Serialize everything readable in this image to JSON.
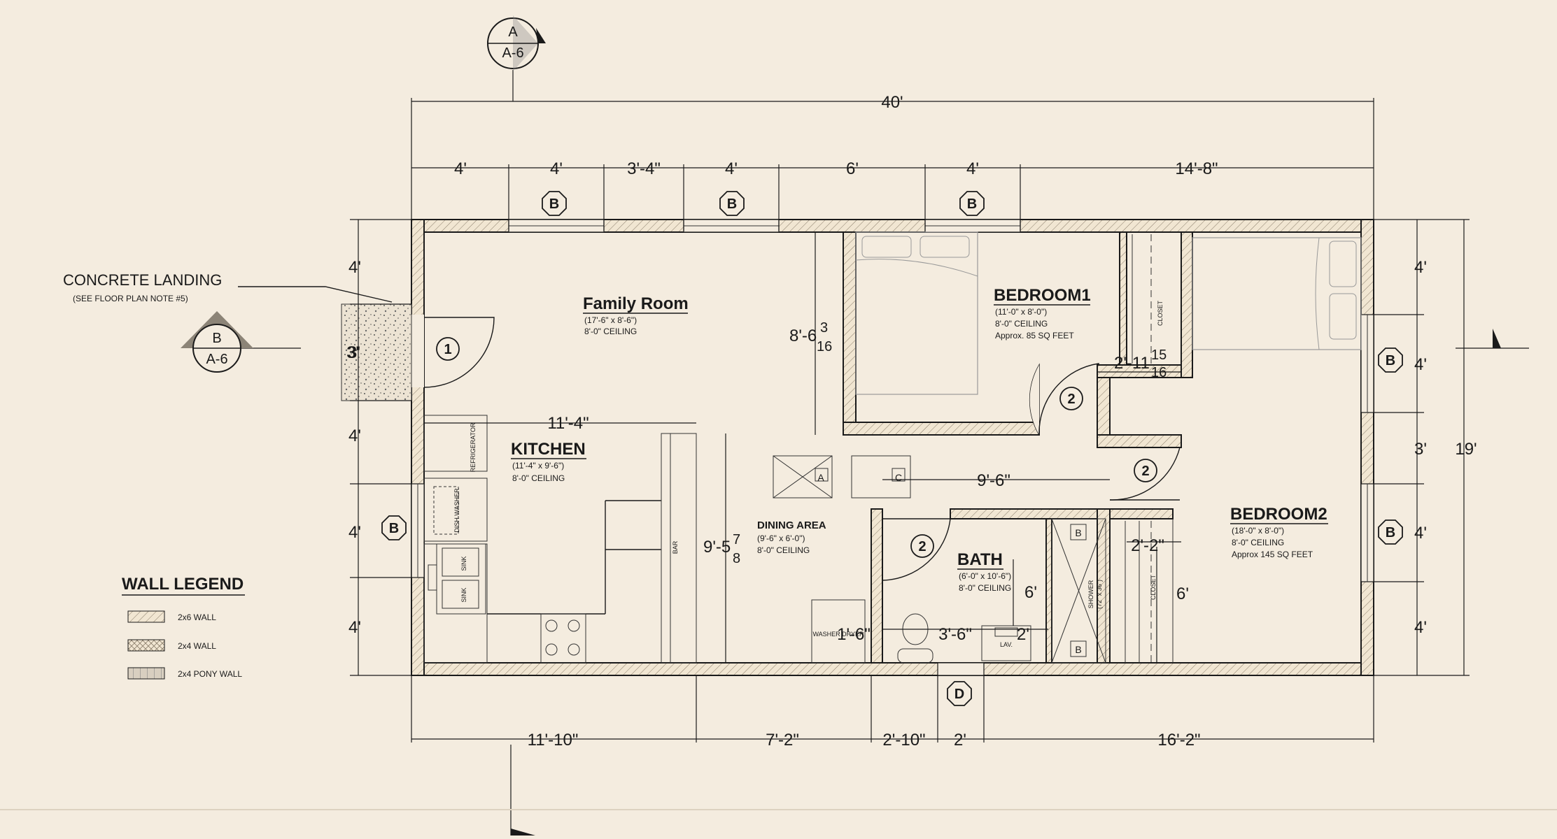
{
  "section_markers": {
    "top": {
      "letter": "A",
      "sheet": "A-6"
    },
    "left": {
      "letter": "B",
      "sheet": "A-6"
    }
  },
  "dimensions": {
    "overall_width": "40'",
    "overall_height": "19'",
    "top_segments": [
      "4'",
      "4'",
      "3'-4\"",
      "4'",
      "6'",
      "4'",
      "14'-8\""
    ],
    "bottom_segments": [
      "11'-10\"",
      "7'-2\"",
      "2'-10\"",
      "2'",
      "16'-2\""
    ],
    "left_segments": [
      "4'",
      "3'",
      "4'",
      "4'",
      "4'"
    ],
    "right_segments": [
      "4'",
      "4'",
      "3'",
      "4'",
      "4'"
    ],
    "kitchen_width": "11'-4\"",
    "kitchen_height": "9'-5",
    "kitchen_height_frac_num": "7",
    "kitchen_height_frac_den": "8",
    "family_height": "8'-6",
    "family_height_frac_num": "3",
    "family_height_frac_den": "16",
    "closet_width": "2'-11",
    "closet_frac_num": "15",
    "closet_frac_den": "16",
    "bath_width": "9'-6\"",
    "bath_vertical": "6'",
    "bath_left": "1'-6\"",
    "bath_mid": "3'-6\"",
    "bath_right": "2'",
    "bed2_closet": "2'-2\"",
    "bed2_closet_height": "6'"
  },
  "rooms": {
    "family": {
      "name": "Family Room",
      "size": "(17'-6\" x 8'-6\")",
      "ceiling": "8'-0\" CEILING"
    },
    "kitchen": {
      "name": "KITCHEN",
      "size": "(11'-4\" x 9'-6\")",
      "ceiling": "8'-0\" CEILING"
    },
    "bedroom1": {
      "name": "BEDROOM1",
      "size": "(11'-0\" x 8'-0\")",
      "ceiling": "8'-0\" CEILING",
      "area": "Approx. 85 SQ FEET"
    },
    "bedroom2": {
      "name": "BEDROOM2",
      "size": "(18'-0\" x 8'-0\")",
      "ceiling": "8'-0\" CEILING",
      "area": "Approx 145 SQ FEET"
    },
    "dining": {
      "name": "DINING AREA",
      "size": "(9'-6\" x 6'-0\")",
      "ceiling": "8'-0\" CEILING"
    },
    "bath": {
      "name": "BATH",
      "size": "(6'-0\" x 10'-6\")",
      "ceiling": "8'-0\" CEILING"
    }
  },
  "fixtures": {
    "refrigerator": "REFRIGERATOR",
    "dishwasher": "DISH WASHER",
    "sink": "SINK",
    "bar": "BAR",
    "washer_dryer": "WASHER DRYER",
    "shower": "SHOWER",
    "shower_size": "(72\" x 36\")",
    "lav": "LAV.",
    "closet": "CLOSET"
  },
  "tags": {
    "door1": "1",
    "door2": "2",
    "window_b": "B",
    "door_d": "D",
    "box_a": "A",
    "box_c": "C"
  },
  "landing": {
    "label": "CONCRETE LANDING",
    "note": "(SEE FLOOR PLAN NOTE #5)",
    "dim": "3'"
  },
  "legend": {
    "title": "WALL LEGEND",
    "items": [
      "2x6 WALL",
      "2x4 WALL",
      "2x4 PONY WALL"
    ]
  }
}
